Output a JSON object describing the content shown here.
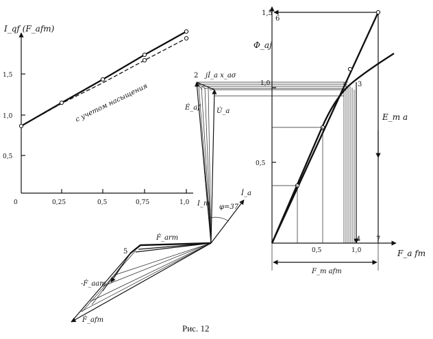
{
  "caption": "Рис. 12",
  "left_chart": {
    "ylabel": "I_qf (F_afm)",
    "curve_label": "с учетом насыщения",
    "x_ticks": [
      "0",
      "0,25",
      "0,5",
      "0,75",
      "1,0"
    ],
    "y_ticks": [
      "0,5",
      "1,0",
      "1,5"
    ]
  },
  "vector_diagram": {
    "jix_label": "jİ_a x_aσ",
    "e_label": "Ė_af",
    "u_label": "U̇_a",
    "point_2": "2",
    "point_5": "5",
    "im_label": "I_m",
    "ia_label": "İ_a",
    "phi_label": "φ=37",
    "farm_label": "Ḟ_arm",
    "faam_label": "-Ḟ_aam",
    "fafm_label": "Ḟ_afm"
  },
  "right_chart": {
    "ylabel": "Φ_aj",
    "top_tick": "1,5",
    "point_6": "6",
    "tick_10": "1,0",
    "tick_05": "0,5",
    "point_3": "3",
    "ema_label": "E_m a",
    "x_tick_05": "0,5",
    "x_tick_10": "1,0",
    "point_4": "4",
    "point_7": "7",
    "xlabel": "F_a fm",
    "bottom_label": "F_m afm"
  },
  "colors": {
    "ink": "#111111",
    "paper": "#ffffff"
  }
}
